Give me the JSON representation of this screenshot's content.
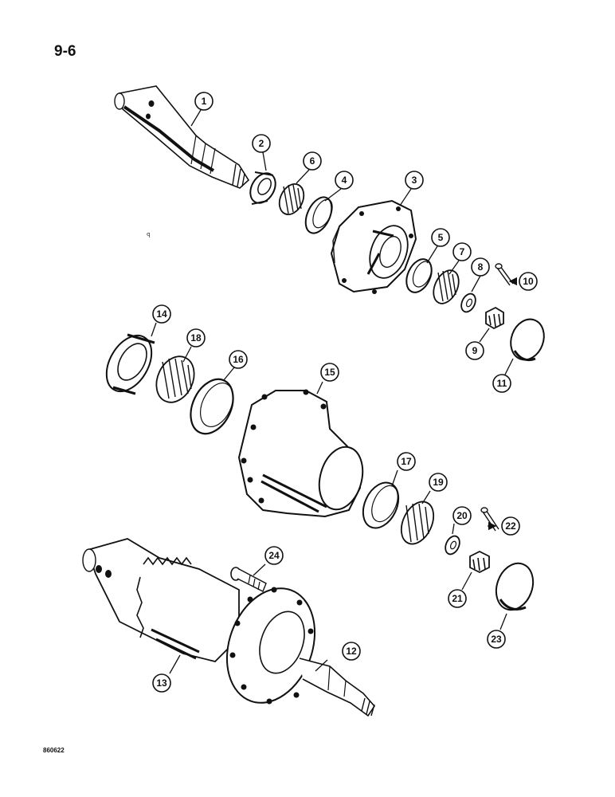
{
  "page_number": "9-6",
  "figure_code": "860622",
  "stray_mark": "ꟼ",
  "callouts": [
    "1",
    "2",
    "3",
    "4",
    "5",
    "6",
    "7",
    "8",
    "9",
    "10",
    "11",
    "12",
    "13",
    "14",
    "15",
    "16",
    "17",
    "18",
    "19",
    "20",
    "21",
    "22",
    "23",
    "24"
  ]
}
